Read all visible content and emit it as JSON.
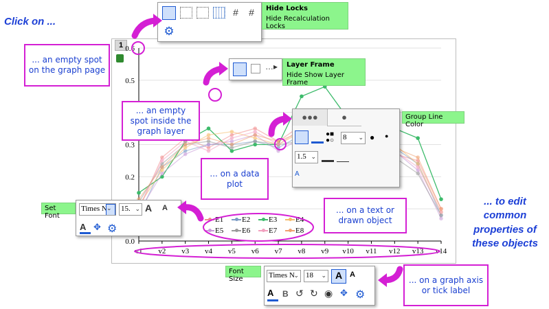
{
  "heading": "Click on ...",
  "footer_note": "... to edit common properties of these objects",
  "callouts": {
    "page": "... an empty spot on the graph page",
    "layer": "... an empty spot inside the graph layer",
    "plot": "... on a data plot",
    "text": "... on a text or drawn object",
    "axis": "... on a graph axis or tick label"
  },
  "tips": {
    "hide_locks_title": "Hide Locks",
    "hide_locks_sub": "Hide Recalculation Locks",
    "layer_frame_title": "Layer Frame",
    "layer_frame_sub": "Hide Show Layer Frame",
    "group_line_color": "Group Line Color",
    "set_font": "Set Font",
    "font_size": "Font Size"
  },
  "layer_number": "1",
  "font_toolbar": {
    "font": "Times N",
    "size": "15."
  },
  "axis_toolbar": {
    "font": "Times N",
    "size": "18"
  },
  "plot_toolbar": {
    "width": "8",
    "line_width": "1.5",
    "sym": "A"
  },
  "legend": {
    "row1": [
      "E1",
      "E2",
      "E3",
      "E4"
    ],
    "row2": [
      "E5",
      "E6",
      "E7",
      "E8"
    ]
  },
  "chart_data": {
    "type": "line",
    "categories": [
      "v1",
      "v2",
      "v3",
      "v4",
      "v5",
      "v6",
      "v7",
      "v8",
      "v9",
      "v10",
      "v11",
      "v12",
      "v13",
      "v14"
    ],
    "ylim": [
      0,
      0.6
    ],
    "yticks": [
      "0.0",
      "0.1",
      "0.2",
      "0.3",
      "0.4",
      "0.5",
      "0.6"
    ],
    "series": [
      {
        "name": "E1",
        "color": "#f08b8b",
        "values": [
          0.1,
          0.26,
          0.32,
          0.29,
          0.33,
          0.35,
          0.31,
          0.36,
          0.38,
          0.34,
          0.3,
          0.27,
          0.25,
          0.1
        ]
      },
      {
        "name": "E2",
        "color": "#7a9ac4",
        "values": [
          0.08,
          0.23,
          0.28,
          0.3,
          0.3,
          0.31,
          0.29,
          0.33,
          0.35,
          0.36,
          0.33,
          0.29,
          0.24,
          0.08
        ]
      },
      {
        "name": "E3",
        "color": "#3dbb6b",
        "values": [
          0.15,
          0.2,
          0.31,
          0.35,
          0.28,
          0.3,
          0.3,
          0.45,
          0.48,
          0.38,
          0.3,
          0.35,
          0.32,
          0.13
        ]
      },
      {
        "name": "E4",
        "color": "#f5bc6a",
        "values": [
          0.11,
          0.22,
          0.29,
          0.33,
          0.34,
          0.32,
          0.3,
          0.34,
          0.36,
          0.35,
          0.31,
          0.3,
          0.24,
          0.09
        ]
      },
      {
        "name": "E5",
        "color": "#c99bd8",
        "values": [
          0.09,
          0.21,
          0.27,
          0.3,
          0.31,
          0.33,
          0.28,
          0.32,
          0.34,
          0.33,
          0.3,
          0.28,
          0.22,
          0.07
        ]
      },
      {
        "name": "E6",
        "color": "#9a9a9a",
        "values": [
          0.12,
          0.24,
          0.3,
          0.31,
          0.29,
          0.31,
          0.3,
          0.31,
          0.33,
          0.32,
          0.29,
          0.26,
          0.21,
          0.08
        ]
      },
      {
        "name": "E7",
        "color": "#f2a0bf",
        "values": [
          0.1,
          0.25,
          0.31,
          0.28,
          0.32,
          0.34,
          0.3,
          0.35,
          0.37,
          0.36,
          0.32,
          0.28,
          0.23,
          0.09
        ]
      },
      {
        "name": "E8",
        "color": "#f0a070",
        "values": [
          0.13,
          0.23,
          0.3,
          0.32,
          0.3,
          0.33,
          0.31,
          0.34,
          0.35,
          0.34,
          0.31,
          0.29,
          0.26,
          0.1
        ]
      }
    ]
  }
}
